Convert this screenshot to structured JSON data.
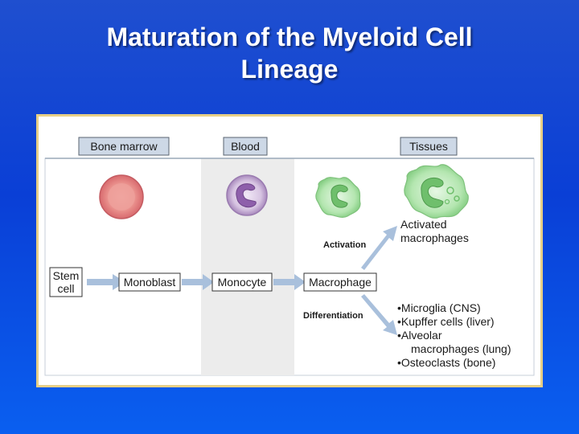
{
  "title": {
    "line1": "Maturation of the Myeloid Cell",
    "line2": "Lineage"
  },
  "diagram": {
    "headers": {
      "bone_marrow": "Bone marrow",
      "blood": "Blood",
      "tissues": "Tissues"
    },
    "nodes": {
      "stem_cell_line1": "Stem",
      "stem_cell_line2": "cell",
      "monoblast": "Monoblast",
      "monocyte": "Monocyte",
      "macrophage": "Macrophage"
    },
    "arrow_labels": {
      "activation": "Activation",
      "differentiation": "Differentiation"
    },
    "activated": {
      "line1": "Activated",
      "line2": "macrophages"
    },
    "differentiated": [
      "•Microglia (CNS)",
      "•Kupffer cells (liver)",
      "•Alveolar",
      "macrophages (lung)",
      "•Osteoclasts (bone)"
    ],
    "colors": {
      "frame_border": "#e7cf86",
      "header_fill": "#cdd8e6",
      "blood_band": "#ececec",
      "arrow": "#a9c0dc",
      "bone_marrow_cell": "#e98c8c",
      "monocyte_cell": "#b795c9",
      "macrophage_cell": "#9ed99e"
    }
  }
}
